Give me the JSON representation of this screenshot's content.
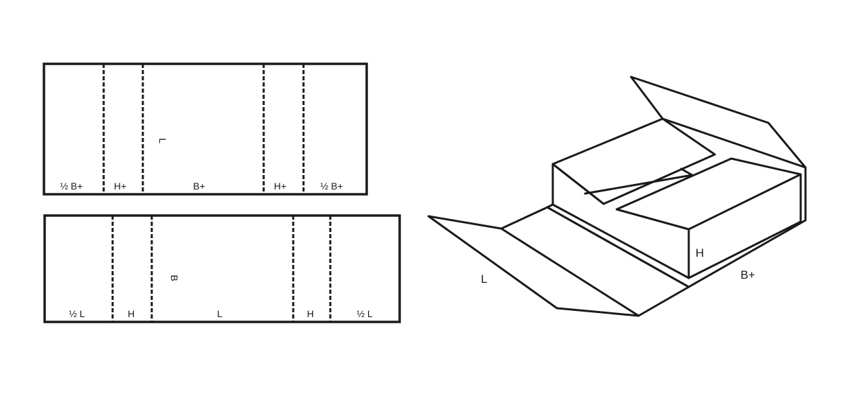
{
  "colors": {
    "line": "#1a1a1a",
    "background": "#ffffff"
  },
  "panel_top": {
    "labels": [
      "½ B+",
      "H+",
      "B+",
      "H+",
      "½ B+"
    ],
    "length_label": "L"
  },
  "panel_bottom": {
    "labels": [
      "½ L",
      "H",
      "L",
      "H",
      "½ L"
    ],
    "width_label": "B"
  },
  "box_view": {
    "label_length": "L",
    "label_width": "B+",
    "label_height": "H"
  }
}
